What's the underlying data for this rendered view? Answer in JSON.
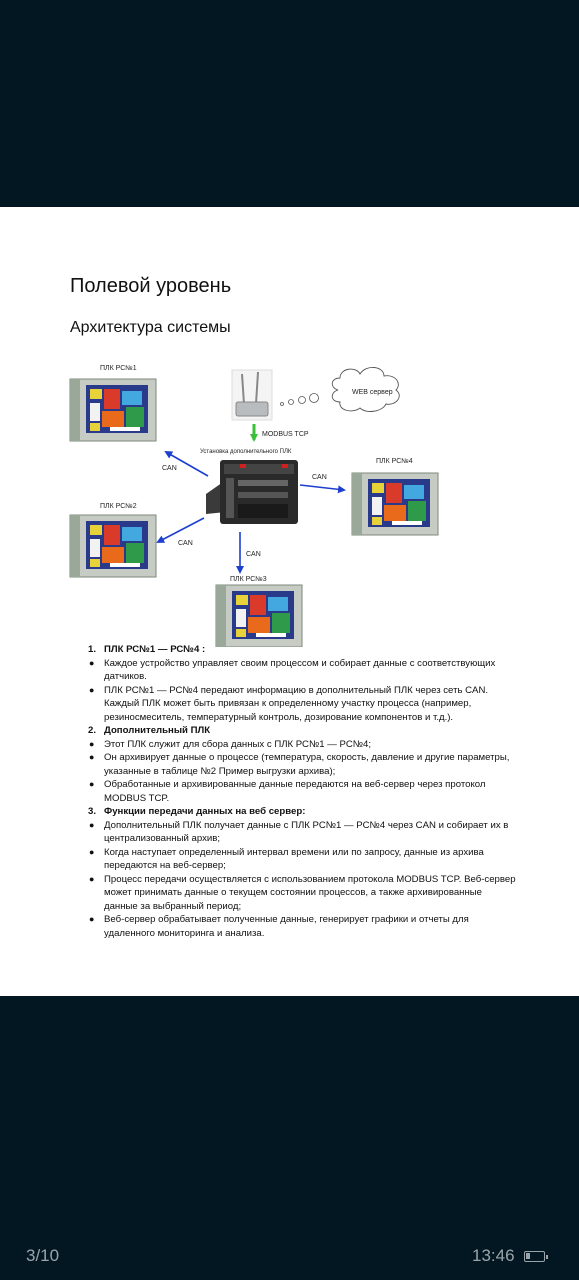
{
  "document": {
    "heading": "Полевой уровень",
    "subheading": "Архитектура системы"
  },
  "diagram": {
    "labels": {
      "plc1": "ПЛК РС№1",
      "plc2": "ПЛК РС№2",
      "plc3": "ПЛК РС№3",
      "plc4": "ПЛК РС№4",
      "web_server": "WEB сервер",
      "modbus": "MODBUS TCP",
      "extra_plc": "Установка дополнительного ПЛК",
      "can1": "CAN",
      "can2": "CAN",
      "can3": "CAN",
      "can4": "CAN"
    }
  },
  "sections": [
    {
      "number": "1.",
      "title": "ПЛК РС№1 — РС№4 :",
      "bullets": [
        "Каждое устройство управляет своим процессом и собирает данные с соответствующих датчиков.",
        "ПЛК РС№1 — РС№4 передают информацию в дополнительный ПЛК через сеть CAN. Каждый ПЛК может быть привязан к определенному участку процесса (например, резиносмеситель, температурный контроль, дозирование компонентов и т.д.)."
      ]
    },
    {
      "number": "2.",
      "title": "Дополнительный ПЛК",
      "bullets": [
        "Этот ПЛК служит для сбора данных с ПЛК РС№1 — РС№4;",
        "Он архивирует данные о процессе (температура, скорость, давление и другие параметры, указанные в таблице №2 Пример выгрузки архива);",
        "Обработанные и архивированные данные передаются на веб-сервер через протокол MODBUS TCP."
      ]
    },
    {
      "number": "3.",
      "title": "Функции передачи данных на веб сервер:",
      "bullets": [
        "Дополнительный ПЛК получает данные с ПЛК РС№1 — РС№4 через CAN и собирает их в централизованный архив;",
        "Когда наступает определенный интервал времени или по запросу, данные из архива передаются на веб-сервер;",
        "Процесс передачи осуществляется с использованием протокола MODBUS TCP. Веб-сервер может принимать данные о текущем состоянии процессов, а также архивированные данные за выбранный период;",
        "Веб-сервер обрабатывает полученные данные, генерирует графики и отчеты для удаленного мониторинга и анализа."
      ]
    }
  ],
  "status": {
    "page_indicator": "3/10",
    "time": "13:46"
  }
}
